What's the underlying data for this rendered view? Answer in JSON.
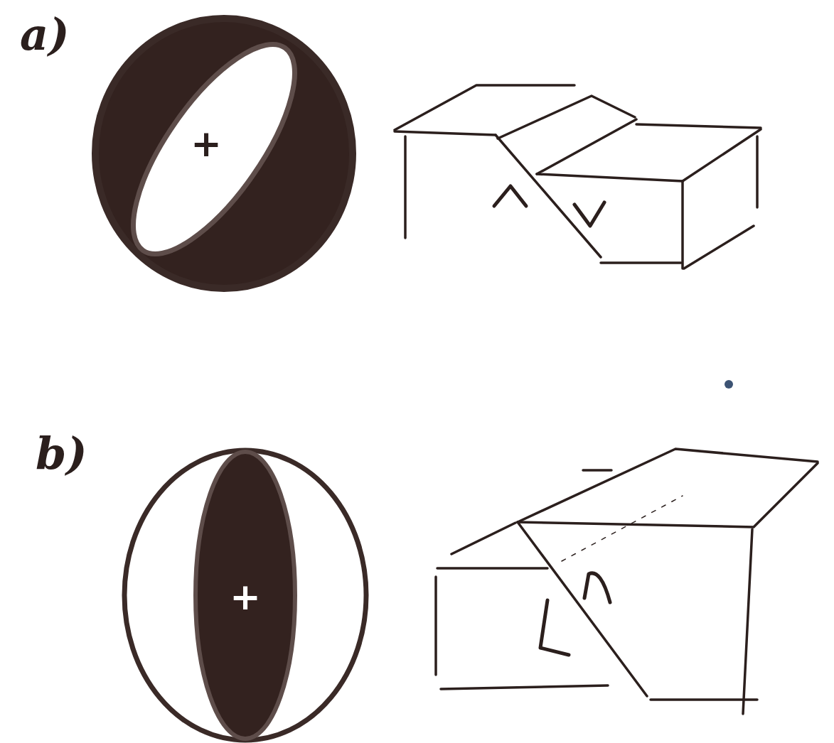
{
  "diagram": {
    "nodes": [
      {
        "text": [
          "+"
        ]
      },
      {
        "text": [
          "+"
        ]
      }
    ],
    "labels": [
      "a)",
      "b)"
    ]
  }
}
